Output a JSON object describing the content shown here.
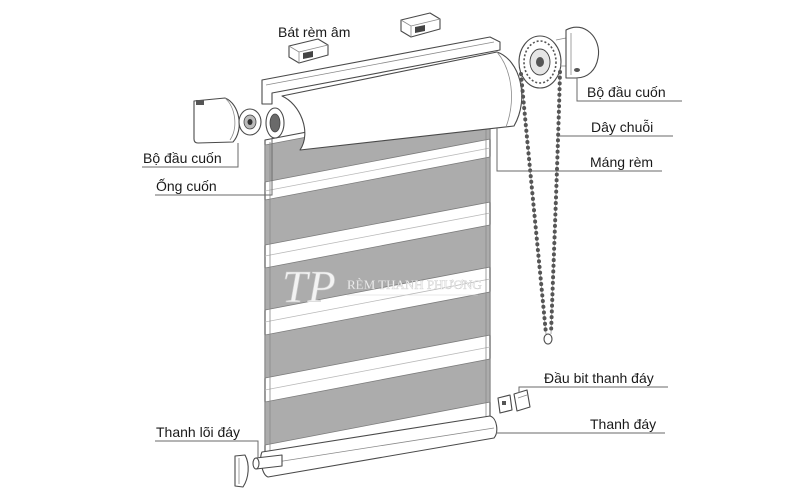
{
  "diagram": {
    "labels": {
      "mounting_bracket": "Bát rèm âm",
      "end_cap_right": "Bộ đầu cuốn",
      "chain": "Dây chuỗi",
      "headrail": "Máng rèm",
      "end_cap_left": "Bộ đầu cuốn",
      "roller_tube": "Ống cuốn",
      "bottom_rail_end_plug": "Đầu bit thanh đáy",
      "bottom_rail": "Thanh đáy",
      "bottom_rail_core": "Thanh lõi đáy"
    },
    "watermark": {
      "mark": "TP",
      "text": "RÈM THANH PHƯƠNG"
    }
  },
  "colors": {
    "background": "#ffffff",
    "line": "#4a4a4a",
    "fabric_band": "#acacac",
    "label_text": "#1a1a1a"
  }
}
